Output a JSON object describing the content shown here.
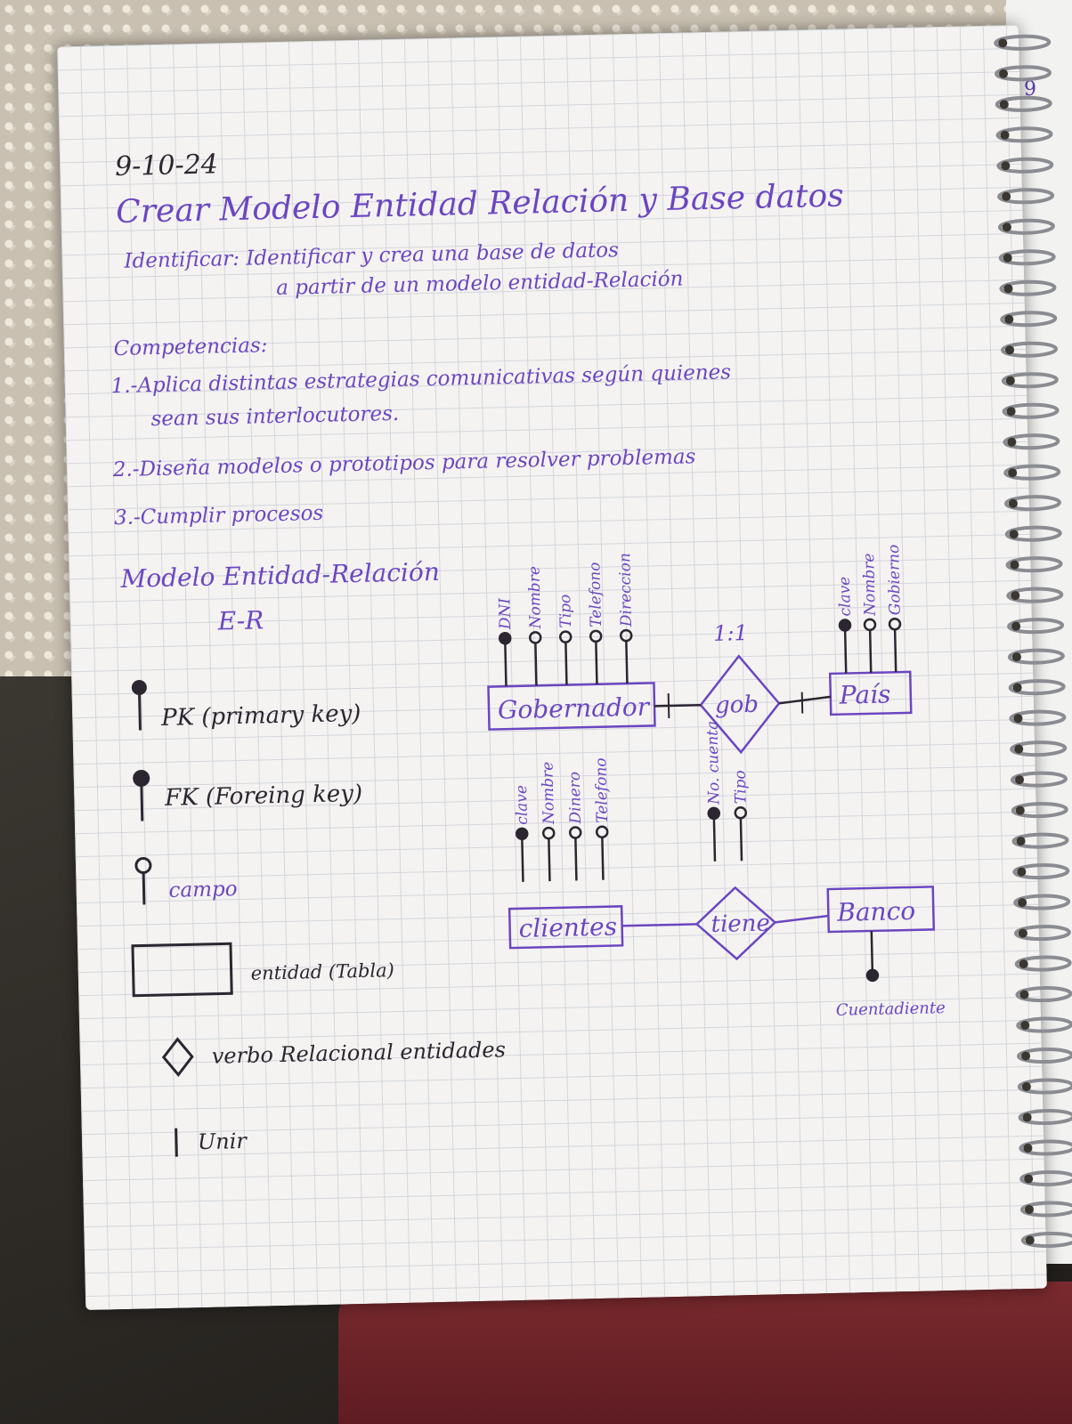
{
  "note": {
    "date": "9-10-24",
    "title": "Crear Modelo Entidad Relación y Base datos",
    "objective_line1": "Identificar: Identificar y crea una base de datos",
    "objective_line2": "a partir de un modelo entidad-Relación",
    "competencies_heading": "Competencias:",
    "competency1_line1": "1.-Aplica distintas estrategias comunicativas según quienes",
    "competency1_line2": "sean sus interlocutores.",
    "competency2": "2.-Diseña modelos o prototipos para resolver problemas",
    "competency3": "3.-Cumplir procesos",
    "section_heading": "Modelo Entidad-Relación",
    "section_sub": "E-R"
  },
  "legend": {
    "pk": "PK (primary key)",
    "fk": "FK (Foreing key)",
    "campo": "campo",
    "entidad": "entidad (Tabla)",
    "verbo": "verbo Relacional entidades",
    "unir": "Unir"
  },
  "diagram": {
    "gobernador": {
      "label": "Gobernador",
      "attributes": [
        "DNI",
        "Nombre",
        "Tipo",
        "Telefono",
        "Direccion"
      ]
    },
    "pais": {
      "label": "País",
      "attributes": [
        "clave",
        "Nombre",
        "Gobierno"
      ]
    },
    "gob_relation": {
      "label": "gob",
      "cardinality": "1:1"
    },
    "clientes": {
      "label": "clientes",
      "attributes": [
        "clave",
        "Nombre",
        "Dinero",
        "Telefono"
      ]
    },
    "tiene_relation": {
      "label": "tiene",
      "attributes": [
        "No. cuenta",
        "Tipo"
      ]
    },
    "banco": {
      "label": "Banco",
      "attributes": [
        "Cuentadiente"
      ]
    }
  },
  "colors": {
    "ink": "#2c2630",
    "purple": "#6b46c1",
    "grid": "#d3d6dc",
    "paper": "#f4f3f1"
  }
}
